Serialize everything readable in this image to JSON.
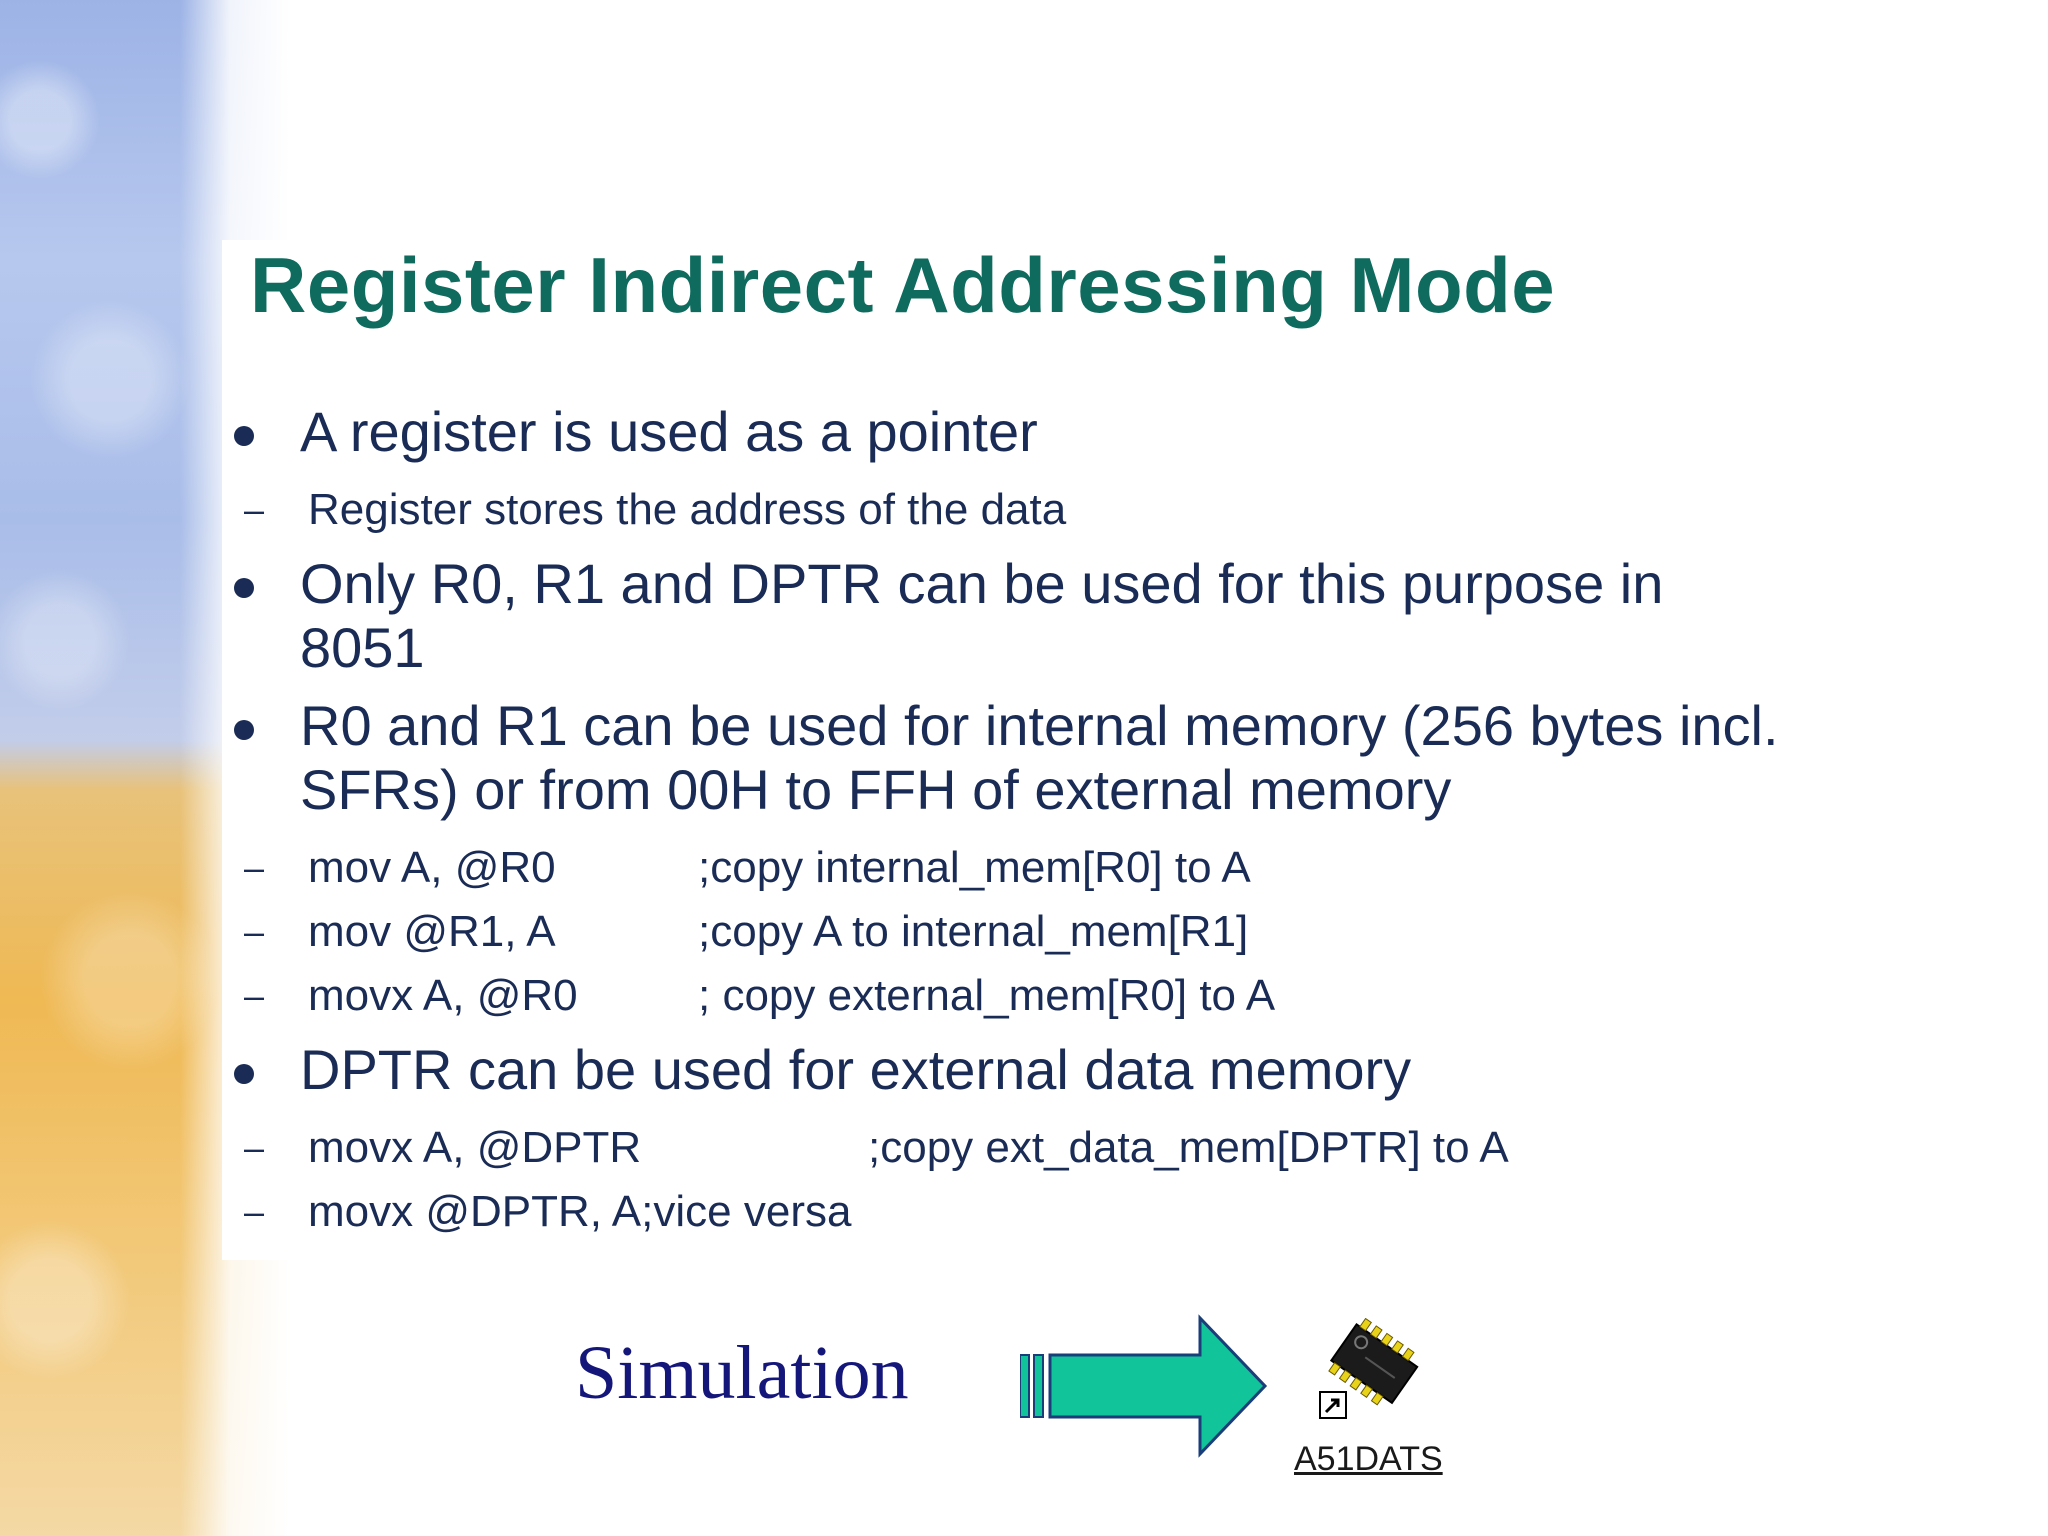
{
  "slide": {
    "title": "Register Indirect Addressing Mode",
    "bullets": [
      {
        "text": "A register is used as a pointer",
        "subs": [
          {
            "text": "Register stores the address of the data"
          }
        ]
      },
      {
        "text": "Only R0, R1 and DPTR can be used for this purpose in 8051",
        "subs": []
      },
      {
        "text": "R0 and R1 can be used for internal memory (256 bytes incl. SFRs) or from 00H to FFH of external memory",
        "subs": [
          {
            "code": "mov A, @R0",
            "comment": ";copy internal_mem[R0] to A"
          },
          {
            "code": "mov @R1, A",
            "comment": ";copy A to internal_mem[R1]"
          },
          {
            "code": "movx A, @R0",
            "comment": "; copy external_mem[R0] to A"
          }
        ]
      },
      {
        "text": "DPTR can be used for external data memory",
        "subs": [
          {
            "code": "movx A, @DPTR",
            "comment": ";copy ext_data_mem[DPTR] to A"
          },
          {
            "code": "movx @DPTR, A",
            "comment": ";vice versa"
          }
        ]
      }
    ],
    "dash": "–",
    "footer": {
      "label": "Simulation",
      "icon_label": "A51DATS"
    },
    "colors": {
      "title": "#0e6b5e",
      "body_text": "#1a2c55",
      "footer_text": "#15167a",
      "arrow": "#12c49a"
    },
    "icons": [
      "arrow-right-icon",
      "chip-icon",
      "shortcut-icon"
    ]
  }
}
